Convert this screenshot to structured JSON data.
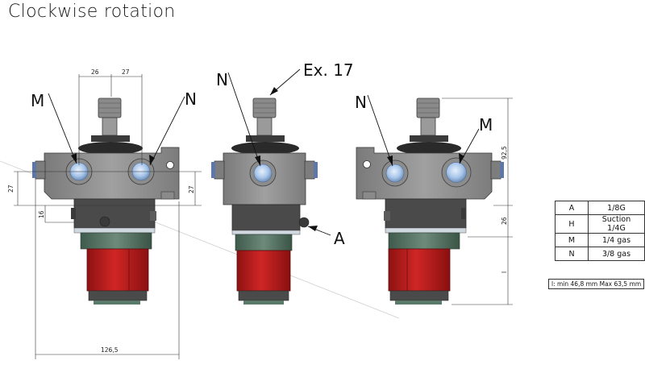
{
  "title": "Clockwise rotation",
  "labels": {
    "m": "M",
    "n": "N",
    "ex": "Ex. 17",
    "a": "A"
  },
  "dimensions": {
    "top_left": "26",
    "top_right": "27",
    "side_left": "27",
    "side_right": "27",
    "small": "16",
    "bottom": "126,5",
    "right_tall": "92,5",
    "right_mid": "26",
    "right_l": "l"
  },
  "spec_table": [
    {
      "key": "A",
      "value": "1/8G"
    },
    {
      "key": "H",
      "value": "Suction 1/4G"
    },
    {
      "key": "M",
      "value": "1/4 gas"
    },
    {
      "key": "N",
      "value": "3/8 gas"
    }
  ],
  "note": "l: min 46,8 mm Max 63,5 mm",
  "colors": {
    "housing": "#8f8f8f",
    "pump": "#b81c1c",
    "port": "#a9c6ea"
  }
}
